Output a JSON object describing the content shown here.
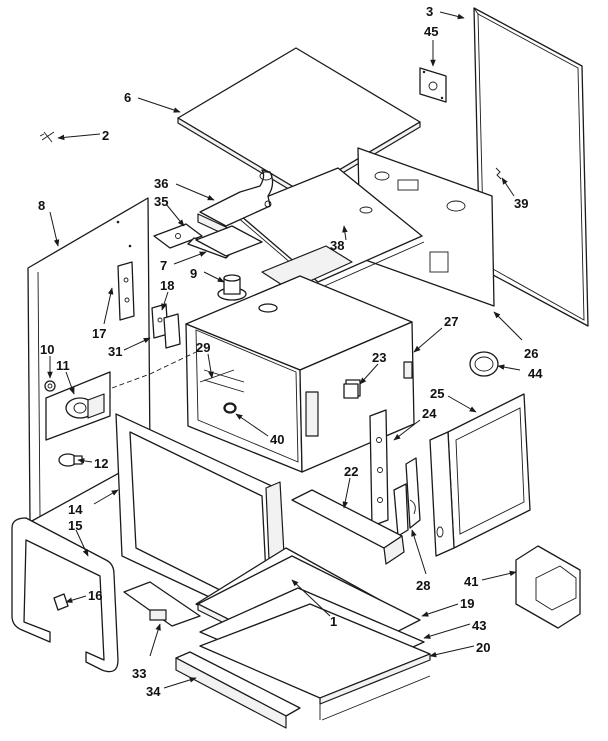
{
  "diagram": {
    "callouts": [
      "1",
      "2",
      "3",
      "6",
      "7",
      "8",
      "9",
      "10",
      "11",
      "12",
      "14",
      "15",
      "16",
      "17",
      "18",
      "19",
      "20",
      "22",
      "23",
      "24",
      "25",
      "26",
      "27",
      "28",
      "29",
      "31",
      "33",
      "34",
      "35",
      "36",
      "38",
      "39",
      "40",
      "41",
      "43",
      "44",
      "45"
    ]
  },
  "colors": {
    "line": "#1a1a1a",
    "background": "#ffffff"
  }
}
